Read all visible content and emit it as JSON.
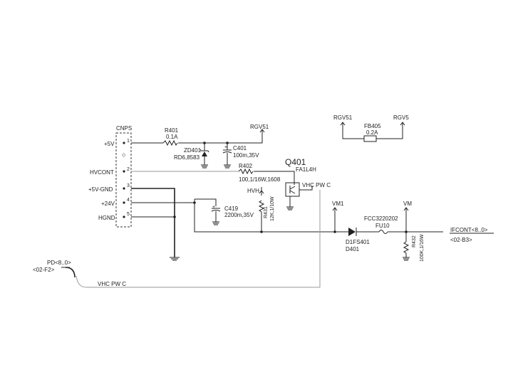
{
  "connector": {
    "name": "CNPS",
    "pins": [
      {
        "num": "1",
        "net": "+5V"
      },
      {
        "num": "2",
        "net": "HVCONT"
      },
      {
        "num": "3",
        "net": "+5V-GND"
      },
      {
        "num": "4",
        "net": "+24V"
      },
      {
        "num": "5",
        "net": "HGND"
      }
    ]
  },
  "components": {
    "r401": {
      "ref": "R401",
      "value": "0.1A"
    },
    "zd401": {
      "ref": "ZD401",
      "value": "RD6,8583"
    },
    "c401": {
      "ref": "C401",
      "value": "100m,35V"
    },
    "r402": {
      "ref": "R402",
      "value": "100,1/16W,1608"
    },
    "q401": {
      "ref": "Q401",
      "value": "FA1L4H"
    },
    "c419": {
      "ref": "C419",
      "value": "2200m,35V"
    },
    "r431": {
      "ref": "R431",
      "value": "12K,1/10W"
    },
    "fb405": {
      "ref": "FB405",
      "value": "0.2A"
    },
    "d401": {
      "ref": "D401",
      "value": "D1FS401"
    },
    "fu10": {
      "ref": "FU10",
      "value": "FCC3220202"
    },
    "r432": {
      "ref": "R432",
      "value": "100K,1/16W"
    }
  },
  "nets": {
    "rgv51_top": "RGV51",
    "rgv51": "RGV51",
    "rgv5": "RGV5",
    "hvh": "HVH",
    "vhc_pwc": "VHC PW C",
    "vhc_pwc_bottom": "VHC PW C",
    "vm1": "VM1",
    "vm": "VM",
    "pd": "PD<8..0>",
    "pd_ref": "<02-F2>",
    "ifcont": "IFCONT<8..0>",
    "ifcont_ref": "<02-B3>"
  }
}
